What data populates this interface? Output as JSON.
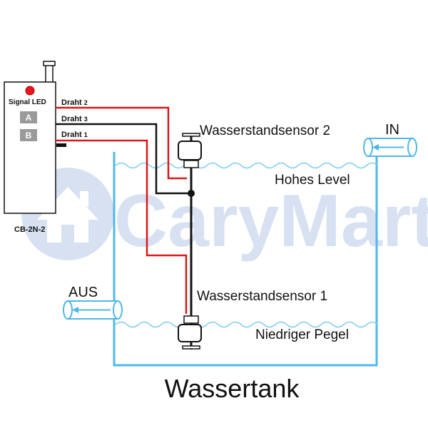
{
  "watermark": {
    "text": "CaryMart",
    "icon": "house-icon",
    "color": "#c9d8ef"
  },
  "controller": {
    "signal_led_label": "Signal LED",
    "button_a": "A",
    "button_b": "B",
    "model": "CB-2N-2",
    "led_color": "#e8161c"
  },
  "wires": [
    {
      "name": "Draht",
      "number": "2",
      "color": "#d9181a"
    },
    {
      "name": "Draht",
      "number": "3",
      "color": "#111111"
    },
    {
      "name": "Draht",
      "number": "1",
      "color": "#d9181a"
    }
  ],
  "sensors": {
    "upper": "Wasserstandsensor 2",
    "lower": "Wasserstandsensor 1"
  },
  "levels": {
    "high": "Hohes Level",
    "low": "Niedriger Pegel"
  },
  "pipes": {
    "inlet": "IN",
    "outlet": "AUS"
  },
  "tank": {
    "title": "Wassertank",
    "color": "#4fb8e6"
  }
}
